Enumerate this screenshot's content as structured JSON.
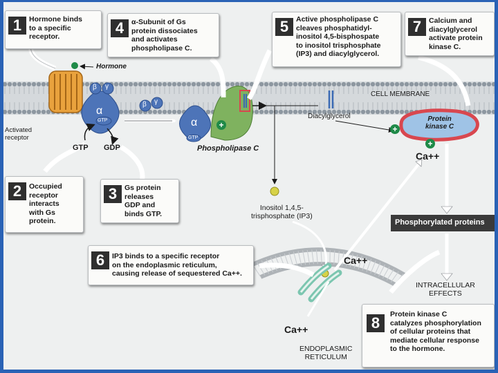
{
  "steps": [
    {
      "num": "1",
      "text": "Hormone binds\nto a specific\nreceptor."
    },
    {
      "num": "2",
      "text": "Occupied\nreceptor\ninteracts\nwith Gs\nprotein."
    },
    {
      "num": "3",
      "text": "Gs protein\nreleases\nGDP and\nbinds GTP."
    },
    {
      "num": "4",
      "text": "α-Subunit of Gs\nprotein dissociates\nand activates\nphospholipase C."
    },
    {
      "num": "5",
      "text": "Active phospholipase C\ncleaves phosphatidyl-\ninositol 4,5-bisphospate\nto inositol trisphosphate\n(IP3) and diacylglycerol."
    },
    {
      "num": "6",
      "text": "IP3 binds to a specific receptor\non the endoplasmic reticulum,\ncausing release of sequestered Ca++."
    },
    {
      "num": "7",
      "text": "Calcium and\ndiacylglycerol\nactivate protein\nkinase C."
    },
    {
      "num": "8",
      "text": "Protein kinase C\ncatalyzes phosphorylation\nof cellular proteins that\nmediate cellular response\nto the hormone."
    }
  ],
  "labels": {
    "hormone": "Hormone",
    "activated_receptor": "Activated\nreceptor",
    "gtp": "GTP",
    "gdp": "GDP",
    "phospholipase_c": "Phospholipase C",
    "cell_membrane": "CELL MEMBRANE",
    "diacylglycerol": "Diacylglycerol",
    "protein_kinase_c": "Protein\nkinase C",
    "ca_pkc": "Ca++",
    "ip3": "Inositol 1,4,5-\ntrisphosphate (IP3)",
    "ca_upper": "Ca++",
    "ca_lower": "Ca++",
    "phosphorylated_proteins": "Phosphorylated proteins",
    "intracellular_effects": "INTRACELLULAR\nEFFECTS",
    "endoplasmic_reticulum": "ENDOPLASMIC\nRETICULUM",
    "alpha": "α",
    "beta": "β",
    "gamma": "γ",
    "plus": "+"
  },
  "colors": {
    "background": "#2a62b5",
    "membrane_head": "#8d97a0",
    "receptor": "#e9a23d",
    "g_protein": "#4d74b8",
    "phospholipase": "#7fb25f",
    "pkc_fill": "#9fc3e6",
    "pkc_border": "#d8474f",
    "plus_circle": "#1f8a48",
    "ip3_dot": "#d7d247",
    "hormone_dot": "#1f8a48"
  }
}
